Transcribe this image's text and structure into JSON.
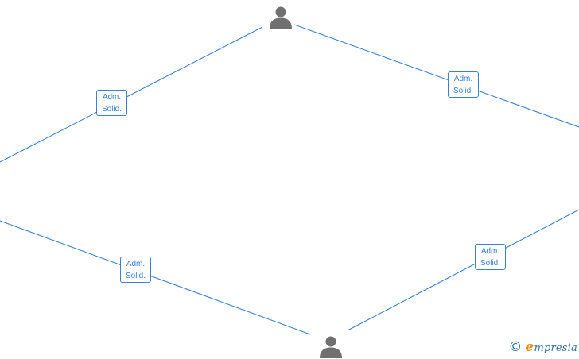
{
  "diagram": {
    "edge_color": "#3a80d0",
    "node_color": "#707070",
    "relations": [
      {
        "line1": "Adm.",
        "line2": "Solid."
      },
      {
        "line1": "Adm.",
        "line2": "Solid."
      },
      {
        "line1": "Adm.",
        "line2": "Solid."
      },
      {
        "line1": "Adm.",
        "line2": "Solid."
      }
    ]
  },
  "watermark": {
    "copyright": "©",
    "brand_initial": "e",
    "brand_rest": "mpresia"
  }
}
